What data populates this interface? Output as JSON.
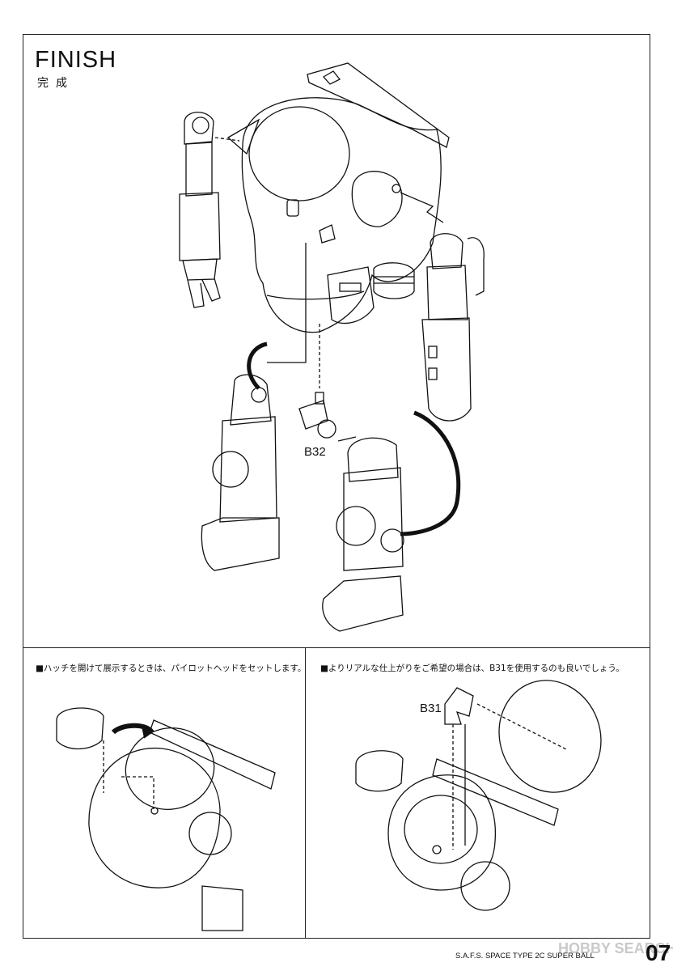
{
  "header": {
    "title": "FINISH",
    "subtitle": "完成"
  },
  "diagram": {
    "part_label_main": "B32",
    "part_label_detail": "B31"
  },
  "notes": {
    "left": "■ハッチを開けて展示するときは、パイロットヘッドをセットします。",
    "right": "■よりリアルな仕上がりをご希望の場合は、B31を使用するのも良いでしょう。"
  },
  "footer": {
    "product": "S.A.F.S. SPACE TYPE 2C  SUPER BALL",
    "page": "07",
    "watermark": "HOBBY SEARCH"
  }
}
